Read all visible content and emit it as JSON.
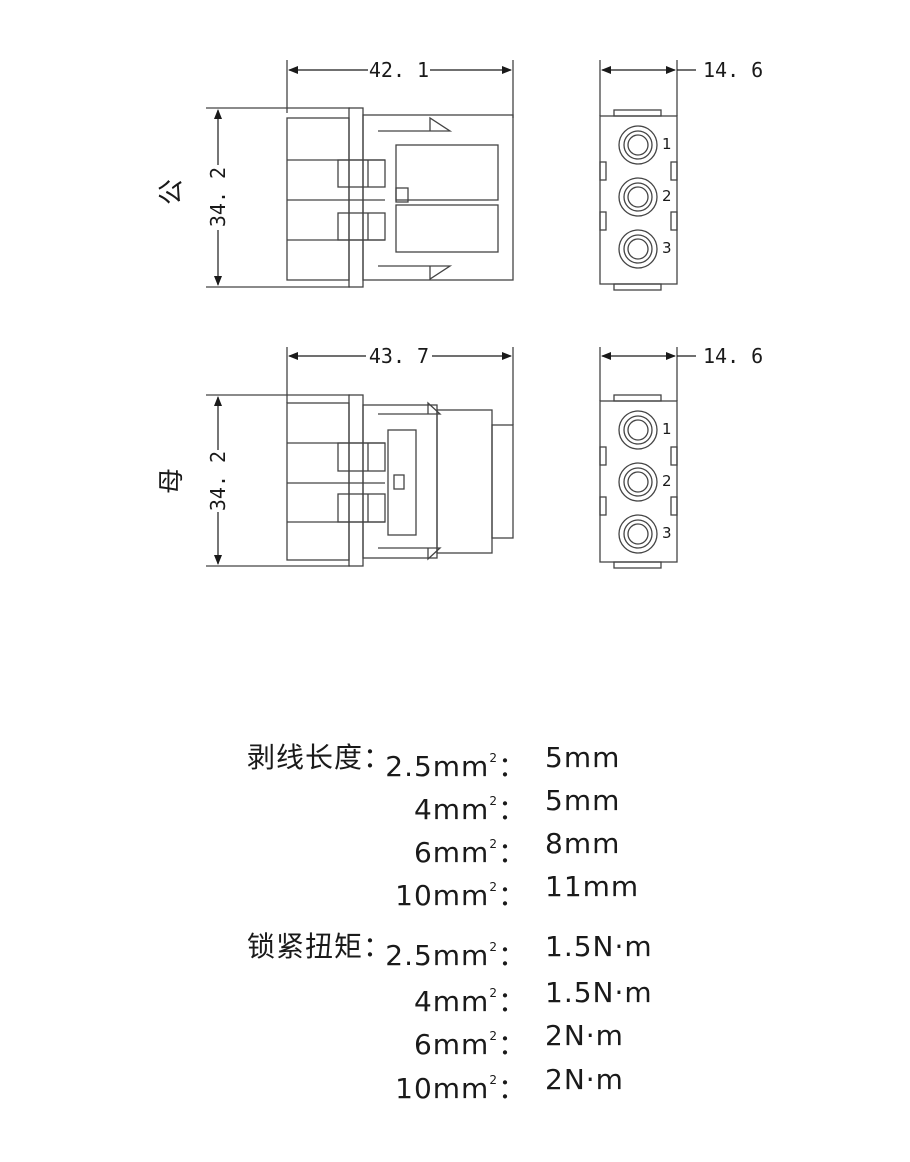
{
  "views": {
    "male": {
      "label": "公",
      "width_dim": "42. 1",
      "height_dim": "34. 2",
      "end_width_dim": "14. 6",
      "pins": [
        "1",
        "2",
        "3"
      ]
    },
    "female": {
      "label": "母",
      "width_dim": "43. 7",
      "height_dim": "34. 2",
      "end_width_dim": "14. 6",
      "pins": [
        "1",
        "2",
        "3"
      ]
    }
  },
  "specs": {
    "strip_length": {
      "title": "剥线长度：",
      "rows": [
        {
          "size": "2.5mm",
          "sup": "2",
          "sep": "：",
          "value": "5mm"
        },
        {
          "size": "4mm",
          "sup": "2",
          "sep": "：",
          "value": "5mm"
        },
        {
          "size": "6mm",
          "sup": "2",
          "sep": "：",
          "value": "8mm"
        },
        {
          "size": "10mm",
          "sup": "2",
          "sep": "：",
          "value": "11mm"
        }
      ]
    },
    "torque": {
      "title": "锁紧扭矩：",
      "rows": [
        {
          "size": "2.5mm",
          "sup": "2",
          "sep": "：",
          "value": "1.5N·m"
        },
        {
          "size": "4mm",
          "sup": "2",
          "sep": "：",
          "value": "1.5N·m"
        },
        {
          "size": "6mm",
          "sup": "2",
          "sep": "：",
          "value": "2N·m"
        },
        {
          "size": "10mm",
          "sup": "2",
          "sep": "：",
          "value": "2N·m"
        }
      ]
    }
  }
}
